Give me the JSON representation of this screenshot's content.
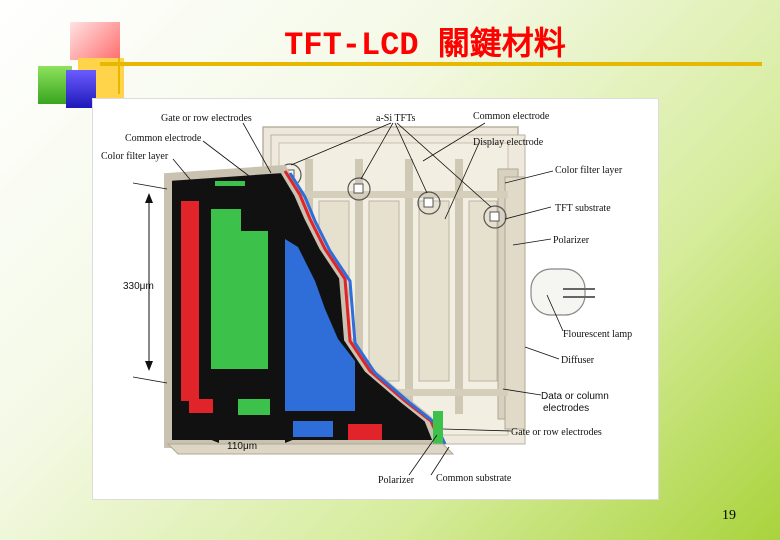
{
  "slide": {
    "title": "TFT-LCD 關鍵材料",
    "page_number": "19"
  },
  "figure": {
    "labels": {
      "gate_row_electrodes_top": "Gate or row electrodes",
      "common_electrode_left": "Common electrode",
      "color_filter_layer_left": "Color filter layer",
      "a_si_tfts": "a-Si TFTs",
      "common_electrode_top": "Common electrode",
      "display_electrode": "Display electrode",
      "color_filter_layer_right": "Color filter layer",
      "tft_substrate": "TFT substrate",
      "polarizer_right": "Polarizer",
      "flourescent_lamp": "Flourescent lamp",
      "diffuser": "Diffuser",
      "data_column_electrodes_line1": "Data or column",
      "data_column_electrodes_line2": "electrodes",
      "gate_row_electrodes_bottom": "Gate or row electrodes",
      "polarizer_bottom": "Polarizer",
      "common_substrate": "Common substrate",
      "dimension_height": "330μm",
      "dimension_width": "110μm"
    },
    "colors": {
      "red_subpixel": "#e0242a",
      "green_subpixel": "#3cc24a",
      "blue_subpixel": "#2f6ed8",
      "black_matrix": "#111111",
      "glass": "#e9e4d6",
      "glass_edge": "#b9b2a0"
    }
  }
}
